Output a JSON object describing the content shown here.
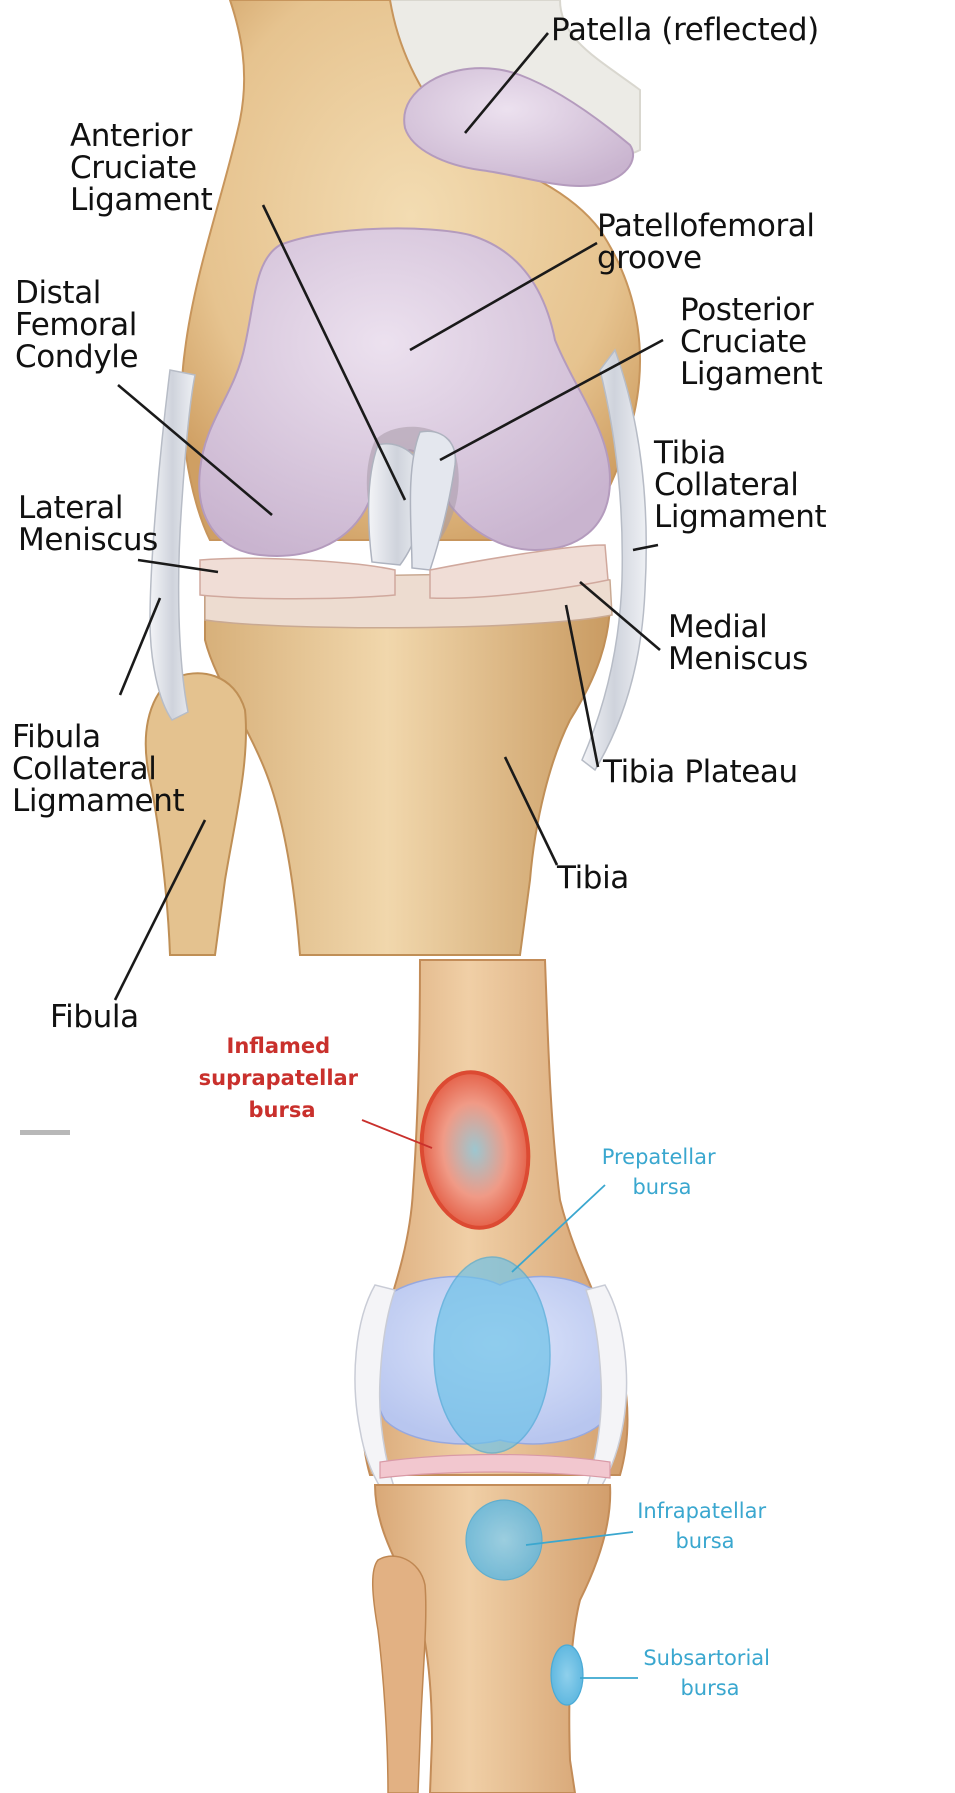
{
  "top_diagram": {
    "labels": {
      "patella": "Patella (reflected)",
      "acl": [
        "Anterior",
        "Cruciate",
        "Ligament"
      ],
      "patellofemoral_groove": [
        "Patellofemoral",
        "groove"
      ],
      "distal_femoral_condyle": [
        "Distal",
        "Femoral",
        "Condyle"
      ],
      "pcl": [
        "Posterior",
        "Cruciate",
        "Ligament"
      ],
      "tibia_collateral": [
        "Tibia",
        "Collateral",
        "Ligmament"
      ],
      "lateral_meniscus": [
        "Lateral",
        "Meniscus"
      ],
      "medial_meniscus": [
        "Medial",
        "Meniscus"
      ],
      "fibula_collateral": [
        "Fibula",
        "Collateral",
        "Ligmament"
      ],
      "tibia_plateau": "Tibia Plateau",
      "tibia": "Tibia",
      "fibula": "Fibula"
    }
  },
  "bottom_diagram": {
    "labels": {
      "suprapatellar": [
        "Inflamed",
        "suprapatellar",
        "bursa"
      ],
      "prepatellar": [
        "Prepatellar",
        "bursa"
      ],
      "infrapatellar": [
        "Infrapatellar",
        "bursa"
      ],
      "subsartorial": [
        "Subsartorial",
        "bursa"
      ]
    }
  },
  "colors": {
    "bone": "#e9cfa2",
    "cartilage": "#d9c9dd",
    "ligament": "#d8dbe2",
    "meniscus": "#eed8d2",
    "inflamed_red": "#c9302c",
    "bursa_blue": "#3aa7cf"
  }
}
